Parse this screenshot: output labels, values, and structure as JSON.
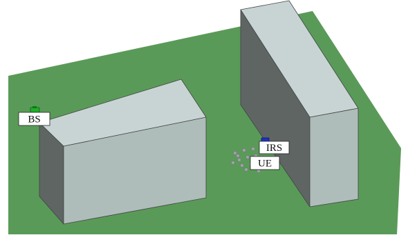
{
  "scene": {
    "colors": {
      "background": "#ffffff",
      "ground": "#5a9a58",
      "roof": "#c8d4d4",
      "wall_front": "#aebcba",
      "wall_side": "#5f6563",
      "edge": "#3f4543",
      "bs_marker": "#1fae28",
      "irs_marker": "#1f2fc8",
      "ue_marker": "#9aa3a3"
    },
    "labels": {
      "bs": "BS",
      "irs": "IRS",
      "ue": "UE"
    }
  }
}
